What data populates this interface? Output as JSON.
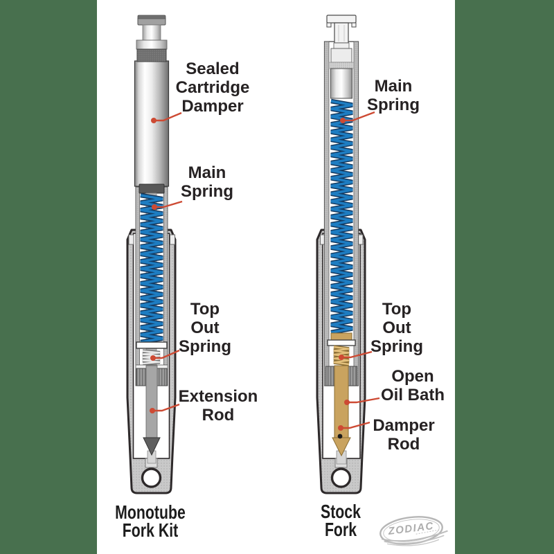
{
  "diagram": {
    "left_fork": {
      "caption": "Monotube\nFork Kit",
      "labels": {
        "damper": "Sealed\nCartridge\nDamper",
        "main_spring": "Main\nSpring",
        "top_out_spring": "Top\nOut\nSpring",
        "extension_rod": "Extension\nRod"
      }
    },
    "right_fork": {
      "caption": "Stock\nFork",
      "labels": {
        "main_spring": "Main\nSpring",
        "top_out_spring": "Top\nOut\nSpring",
        "open_oil_bath": "Open\nOil Bath",
        "damper_rod": "Damper\nRod"
      }
    },
    "logo_text": "ZODIAC",
    "colors": {
      "spring_blue": "#1e7dc2",
      "leader_red": "#cd4a33",
      "oil_tan": "#c9a35f",
      "matte_green": "#48704e",
      "label_text": "#262223"
    }
  }
}
